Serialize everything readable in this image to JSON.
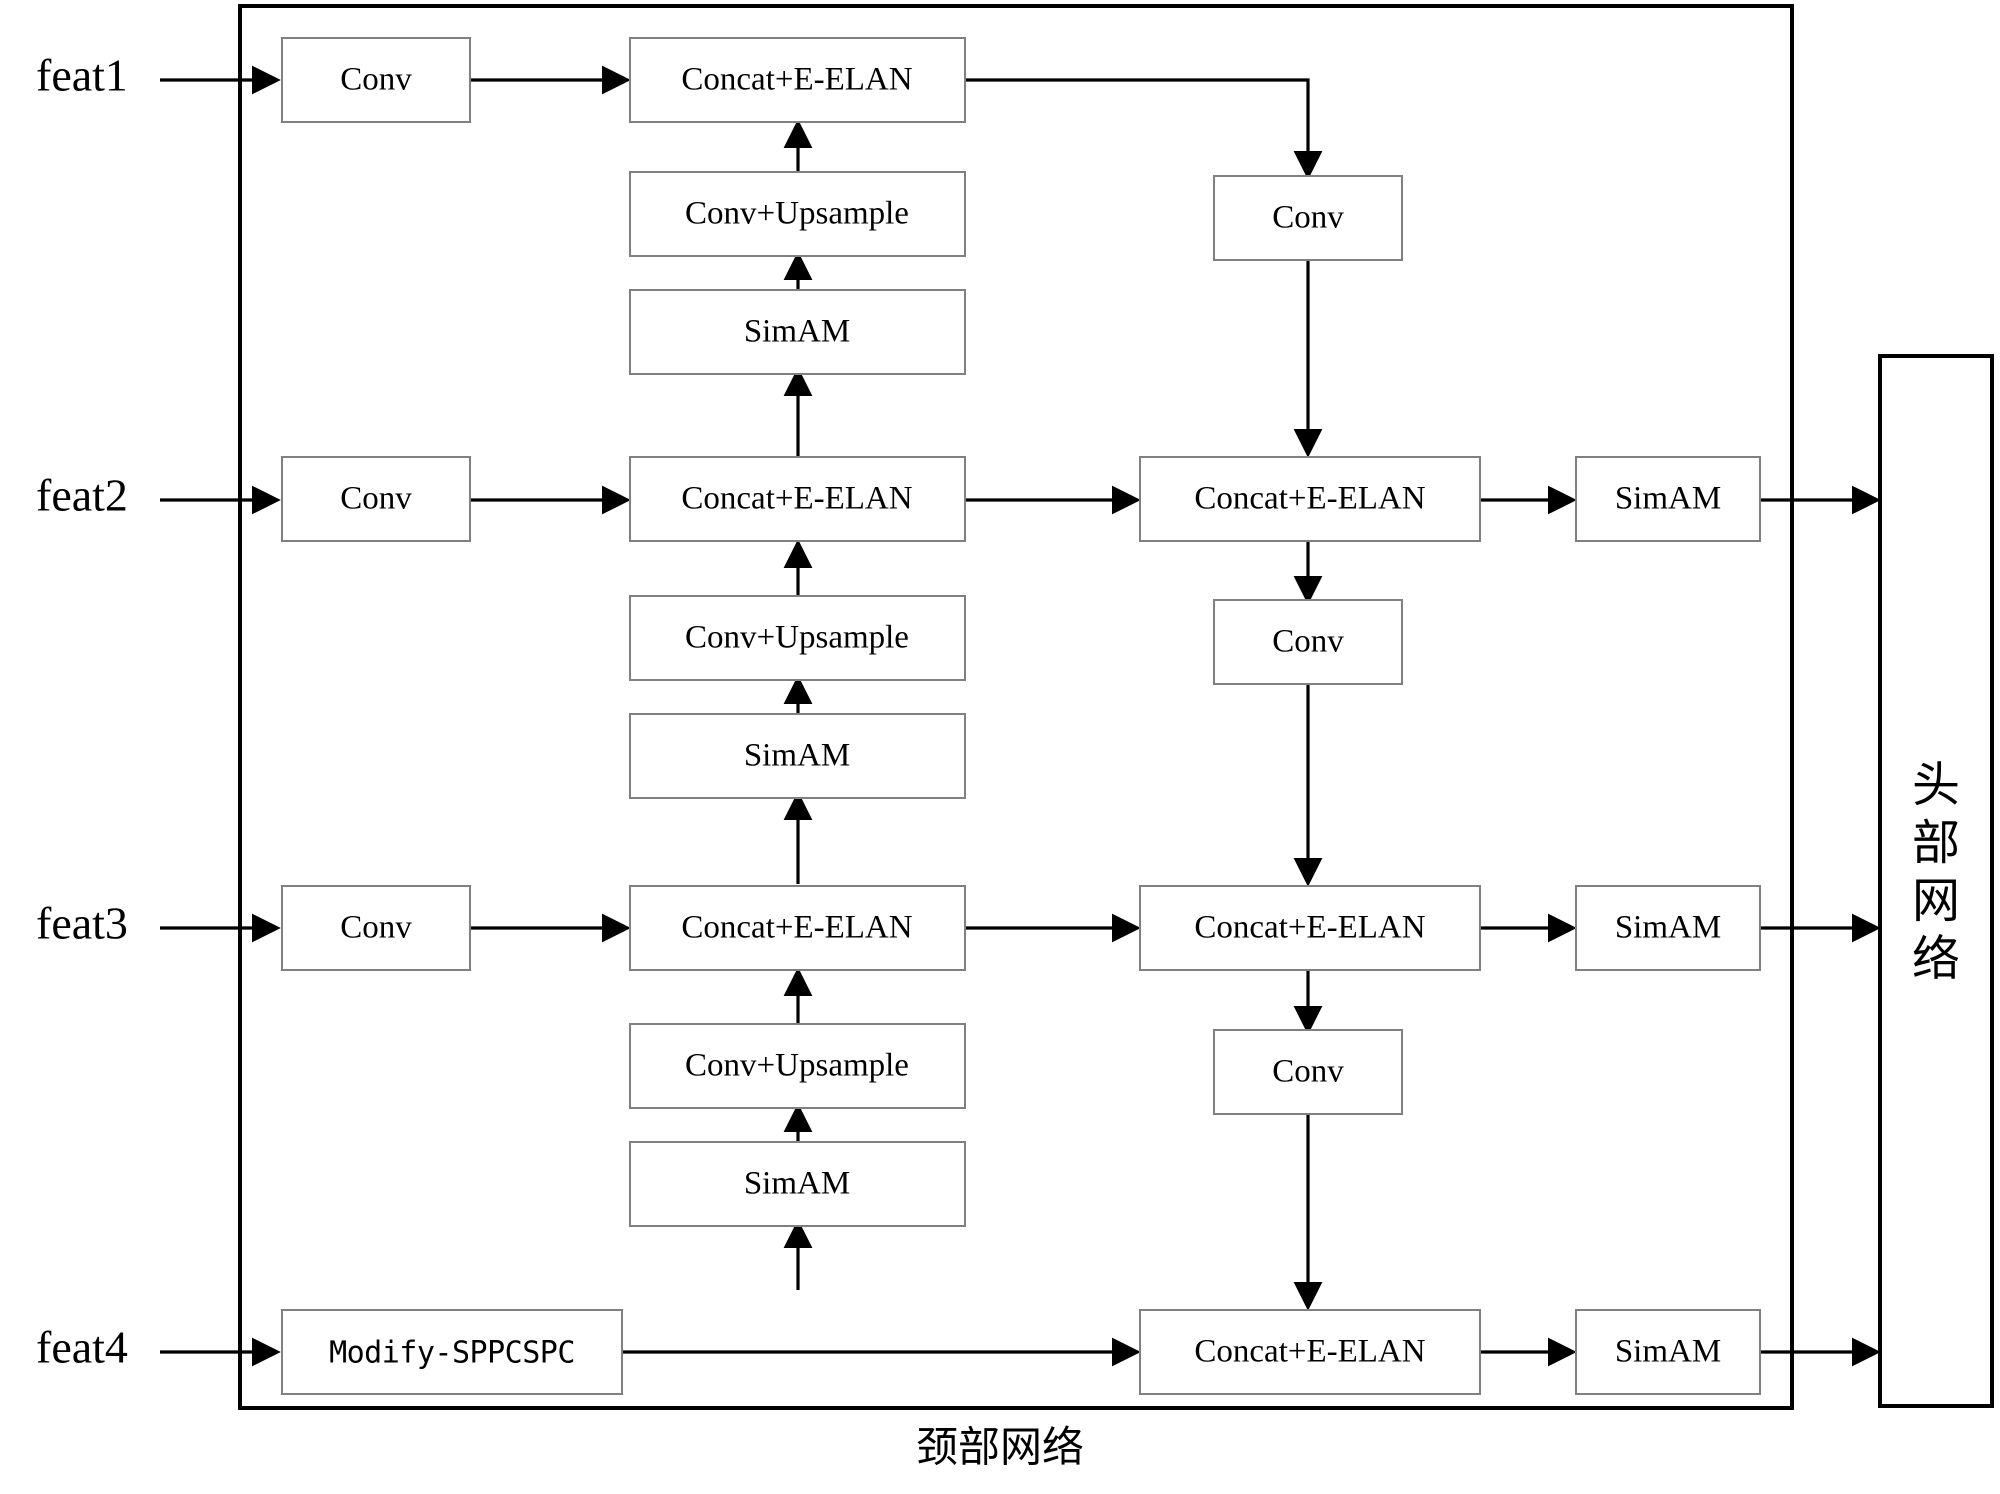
{
  "diagram": {
    "title_caption": "颈部网络",
    "head_block_label": "头部网络",
    "head_block_chars": [
      "头",
      "部",
      "网",
      "络"
    ],
    "colors": {
      "node_border": "#808080",
      "outer_border": "#000000",
      "edge": "#000000",
      "background": "#ffffff",
      "text": "#000000"
    },
    "inputs": [
      {
        "id": "feat1",
        "label": "feat1"
      },
      {
        "id": "feat2",
        "label": "feat2"
      },
      {
        "id": "feat3",
        "label": "feat3"
      },
      {
        "id": "feat4",
        "label": "feat4"
      }
    ],
    "nodes": [
      {
        "id": "conv-feat1",
        "label": "Conv",
        "column": "left",
        "row": 1,
        "style": "serif"
      },
      {
        "id": "conv-feat2",
        "label": "Conv",
        "column": "left",
        "row": 2,
        "style": "serif"
      },
      {
        "id": "conv-feat3",
        "label": "Conv",
        "column": "left",
        "row": 3,
        "style": "serif"
      },
      {
        "id": "modify-sppcspc",
        "label": "Modify-SPPCSPC",
        "column": "left",
        "row": 4,
        "style": "mono"
      },
      {
        "id": "concat-elan-up1",
        "label": "Concat+E-ELAN",
        "column": "middle",
        "row": 1,
        "style": "serif"
      },
      {
        "id": "conv-upsample-1",
        "label": "Conv+Upsample",
        "column": "middle",
        "row": "1-2a",
        "style": "serif"
      },
      {
        "id": "simam-up-1",
        "label": "SimAM",
        "column": "middle",
        "row": "1-2b",
        "style": "serif"
      },
      {
        "id": "concat-elan-up2",
        "label": "Concat+E-ELAN",
        "column": "middle",
        "row": 2,
        "style": "serif"
      },
      {
        "id": "conv-upsample-2",
        "label": "Conv+Upsample",
        "column": "middle",
        "row": "2-3a",
        "style": "serif"
      },
      {
        "id": "simam-up-2",
        "label": "SimAM",
        "column": "middle",
        "row": "2-3b",
        "style": "serif"
      },
      {
        "id": "concat-elan-up3",
        "label": "Concat+E-ELAN",
        "column": "middle",
        "row": 3,
        "style": "serif"
      },
      {
        "id": "conv-upsample-3",
        "label": "Conv+Upsample",
        "column": "middle",
        "row": "3-4a",
        "style": "serif"
      },
      {
        "id": "simam-up-3",
        "label": "SimAM",
        "column": "middle",
        "row": "3-4b",
        "style": "serif"
      },
      {
        "id": "conv-down-1",
        "label": "Conv",
        "column": "right",
        "row": "1-2",
        "style": "serif"
      },
      {
        "id": "concat-elan-dn2",
        "label": "Concat+E-ELAN",
        "column": "right",
        "row": 2,
        "style": "serif"
      },
      {
        "id": "conv-down-2",
        "label": "Conv",
        "column": "right",
        "row": "2-3",
        "style": "serif"
      },
      {
        "id": "concat-elan-dn3",
        "label": "Concat+E-ELAN",
        "column": "right",
        "row": 3,
        "style": "serif"
      },
      {
        "id": "conv-down-3",
        "label": "Conv",
        "column": "right",
        "row": "3-4",
        "style": "serif"
      },
      {
        "id": "concat-elan-dn4",
        "label": "Concat+E-ELAN",
        "column": "right",
        "row": 4,
        "style": "serif"
      },
      {
        "id": "simam-out-2",
        "label": "SimAM",
        "column": "out",
        "row": 2,
        "style": "serif"
      },
      {
        "id": "simam-out-3",
        "label": "SimAM",
        "column": "out",
        "row": 3,
        "style": "serif"
      },
      {
        "id": "simam-out-4",
        "label": "SimAM",
        "column": "out",
        "row": 4,
        "style": "serif"
      }
    ]
  }
}
